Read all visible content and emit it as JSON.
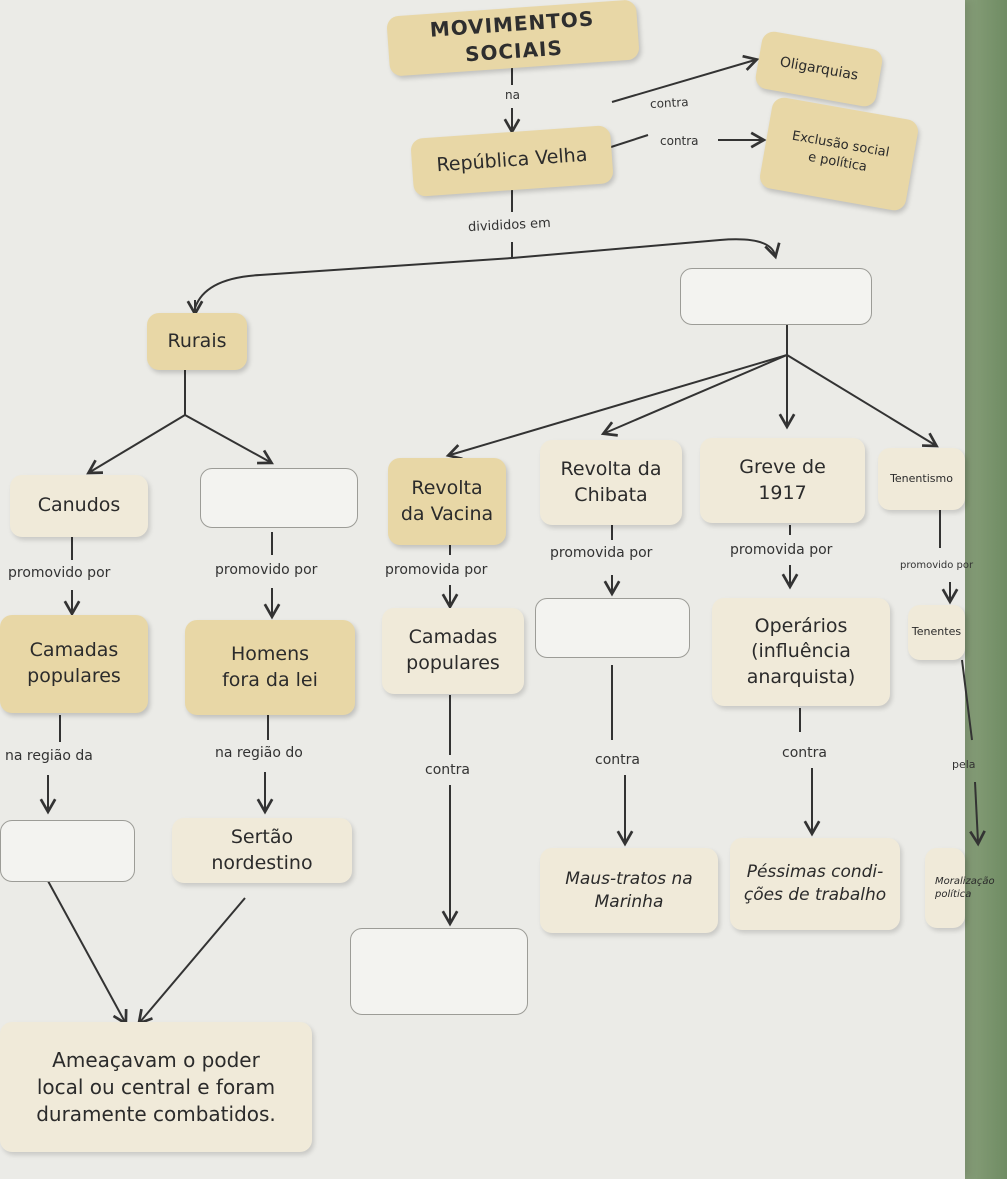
{
  "title": "MOVIMENTOS SOCIAIS",
  "top": {
    "label_na": "na",
    "republica": "República Velha",
    "label_contra_1": "contra",
    "oligarquias": "Oligarquias",
    "label_contra_2": "contra",
    "exclusao": "Exclusão social\ne política",
    "label_divididos": "divididos em"
  },
  "rurais": "Rurais",
  "urbanos_blank": "",
  "rural": {
    "canudos": {
      "name": "Canudos",
      "label_promovido": "promovido por",
      "agents": "Camadas\npopulares",
      "label_regiao": "na região da",
      "region_blank": ""
    },
    "blank_movement": {
      "name": "",
      "label_promovido": "promovido por",
      "agents": "Homens\nfora da lei",
      "label_regiao": "na região do",
      "region": "Sertão\nnordestino"
    },
    "conclusion": "Ameaçavam o poder\nlocal ou central e foram\nduramente combatidos."
  },
  "urban": {
    "vacina": {
      "name": "Revolta\nda Vacina",
      "label_promovida": "promovida por",
      "agents": "Camadas\npopulares",
      "label_contra": "contra",
      "target_blank": ""
    },
    "chibata": {
      "name": "Revolta da\nChibata",
      "label_promovida": "promovida por",
      "agents_blank": "",
      "label_contra": "contra",
      "target": "Maus-tratos na\nMarinha"
    },
    "greve": {
      "name": "Greve de\n1917",
      "label_promovida": "promovida por",
      "agents": "Operários\n(influência\nanarquista)",
      "label_contra": "contra",
      "target": "Péssimas condi-\nções de trabalho"
    },
    "tenentismo": {
      "name": "Tenentismo",
      "label_promovido": "promovido por",
      "agents": "Tenentes",
      "label_pela": "pela",
      "target": "Moralização\npolítica"
    }
  }
}
